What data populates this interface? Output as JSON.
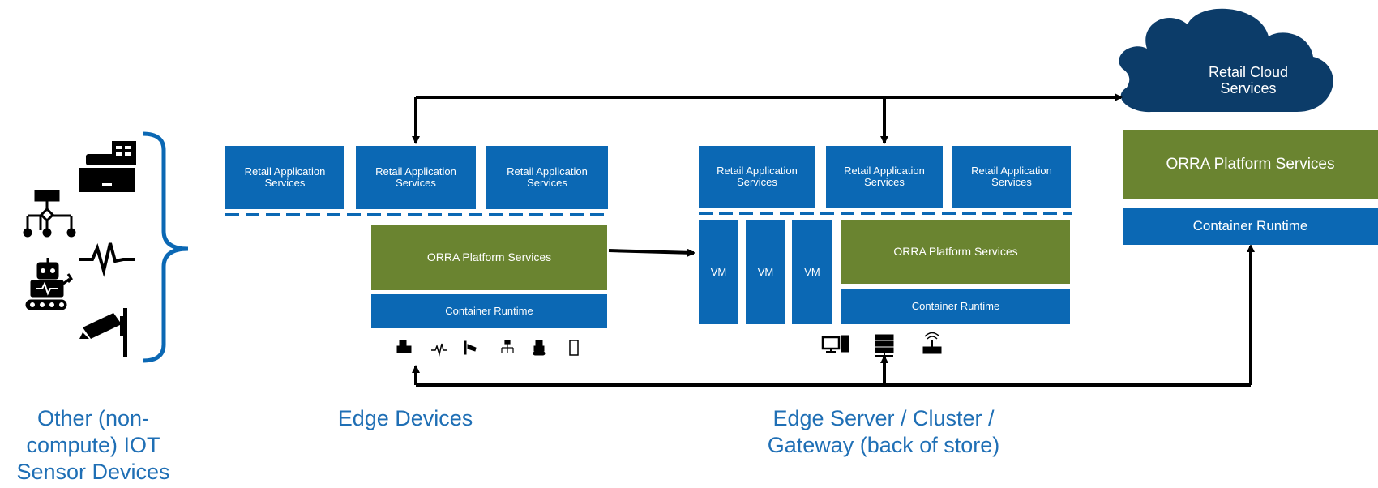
{
  "edge_devices": {
    "apps": [
      "Retail Application\nServices",
      "Retail Application\nServices",
      "Retail Application\nServices"
    ],
    "platform": "ORRA Platform Services",
    "runtime": "Container Runtime",
    "label": "Edge Devices"
  },
  "edge_server": {
    "apps": [
      "Retail Application\nServices",
      "Retail Application\nServices",
      "Retail Application\nServices"
    ],
    "vms": [
      "VM",
      "VM",
      "VM"
    ],
    "platform": "ORRA Platform Services",
    "runtime": "Container Runtime",
    "label": "Edge Server / Cluster /\nGateway (back of store)"
  },
  "cloud": {
    "title": "Retail Cloud\nServices",
    "platform": "ORRA Platform Services",
    "runtime": "Container Runtime"
  },
  "iot": {
    "label": "Other (non-\ncompute) IOT\nSensor Devices",
    "icons": [
      "cash-register-icon",
      "network-tree-icon",
      "heartbeat-icon",
      "robot-icon",
      "security-camera-icon"
    ]
  },
  "edge_device_icons": [
    "cash-register-icon",
    "heartbeat-icon",
    "security-camera-icon",
    "network-tree-icon",
    "robot-icon",
    "door-icon"
  ],
  "edge_server_icons": [
    "computer-icon",
    "server-rack-icon",
    "wireless-router-icon"
  ],
  "colors": {
    "blue": "#0b68b4",
    "green": "#6a8430",
    "cloud": "#0c3c69",
    "label": "#1f6fb5",
    "line": "#000000",
    "dash": "#0b68b4"
  }
}
